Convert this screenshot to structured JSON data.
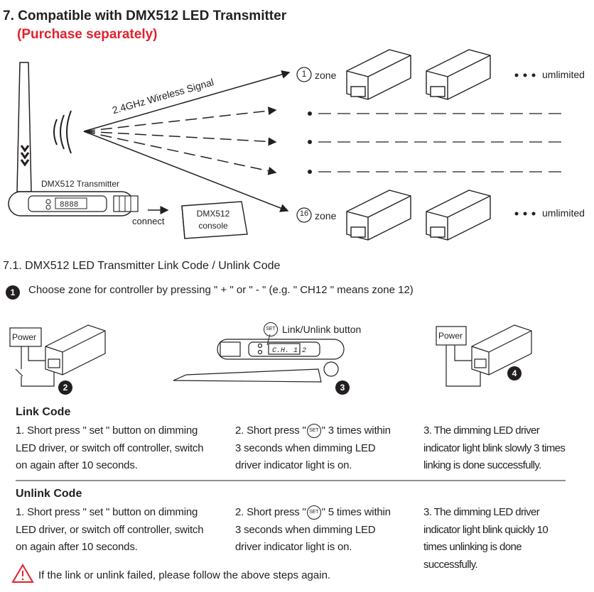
{
  "header": {
    "title": "7. Compatible with DMX512 LED Transmitter",
    "subtitle": "(Purchase separately)"
  },
  "diagram": {
    "signal_label": "2.4GHz Wireless Signal",
    "transmitter_label": "DMX512 Transmitter",
    "connect_label": "connect",
    "console_line1": "DMX512",
    "console_line2": "console",
    "zone_top_number": "1",
    "zone_bottom_number": "16",
    "zone_word": "zone",
    "unlimited_label": "umlimited",
    "display_top": "8888",
    "display_bottom": "C.H. 1.2"
  },
  "section": {
    "heading": "7.1. DMX512 LED Transmitter Link Code / Unlink Code",
    "step1_number": "1",
    "step1_text": "Choose zone for controller by pressing \" + \" or \" - \" (e.g. \" CH12 \" means zone 12)",
    "power_label": "Power",
    "link_button_label": "Link/Unlink button",
    "set_icon_text": "SET",
    "step2_number": "2",
    "step3_number": "3",
    "step4_number": "4"
  },
  "link": {
    "heading": "Link Code",
    "col1": [
      "1. Short press \" set \" button on dimming",
      "LED driver, or switch off controller, switch",
      "on again after 10 seconds."
    ],
    "col2_pre": "2. Short press \"",
    "col2_post": "\" 3 times within",
    "col2_rest": [
      "3 seconds when  dimming LED",
      "driver indicator light is on."
    ],
    "col3": [
      "3. The dimming LED driver",
      "indicator light blink slowly 3 times",
      "linking is done successfully."
    ]
  },
  "unlink": {
    "heading": "Unlink Code",
    "col1": [
      "1. Short press \" set \" button on dimming",
      "LED driver, or switch off controller, switch",
      "on again after 10 seconds."
    ],
    "col2_pre": "2. Short press \"",
    "col2_post": "\" 5 times within",
    "col2_rest": [
      "3 seconds when  dimming LED",
      "driver indicator light is on."
    ],
    "col3": [
      "3. The dimming LED driver",
      "indicator light blink quickly 10",
      "times unlinking is done",
      "successfully."
    ]
  },
  "warning": {
    "text": "If the link or unlink failed, please follow the above steps again.",
    "icon": "warning-triangle-icon",
    "color": "#e3202c"
  }
}
